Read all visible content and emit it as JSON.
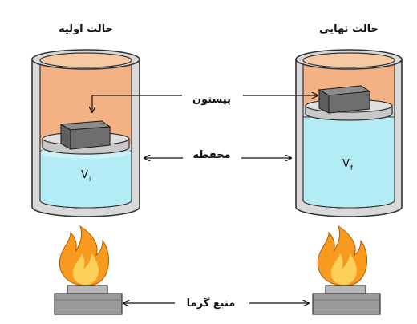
{
  "labels": {
    "initial_state": "حالت اولیه",
    "final_state": "حالت نهایی",
    "piston": "پیستون",
    "container": "محفظه",
    "heat_source": "منبع گرما"
  },
  "volumes": {
    "initial": {
      "symbol": "V",
      "subscript": "i"
    },
    "final": {
      "symbol": "V",
      "subscript": "f"
    }
  },
  "colors": {
    "gas": "#f4b183",
    "gas_top": "#f7c9a2",
    "liquid": "#b3ecf4",
    "liquid_top": "#cdf3f8",
    "wall": "#d9d9d9",
    "piston": "#d0d0d0",
    "block": "#6e6e6e",
    "flame_outer": "#f79a1e",
    "flame_inner": "#fbd15a",
    "burner": "#9a9a9a"
  }
}
